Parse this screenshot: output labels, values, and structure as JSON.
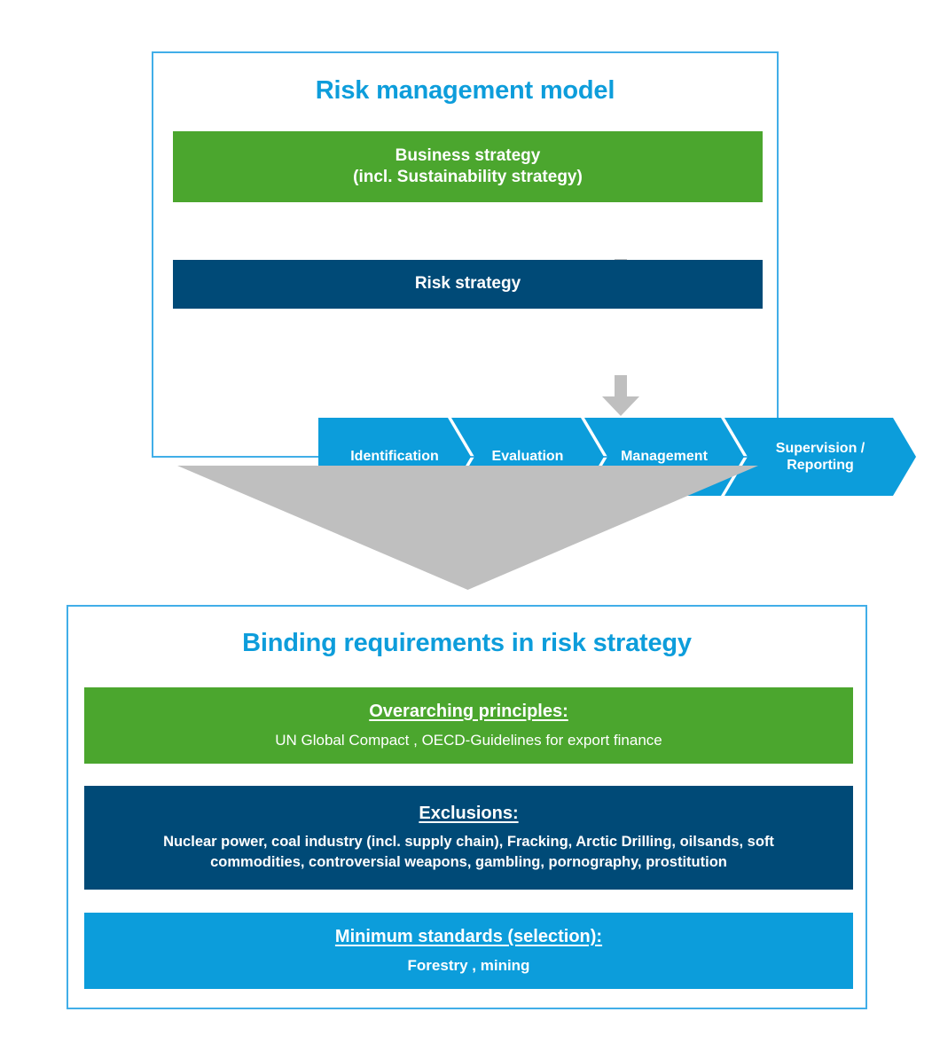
{
  "risk_model_panel": {
    "title": "Risk management model",
    "business_strategy": {
      "line1": "Business strategy",
      "line2": "(incl. Sustainability strategy)"
    },
    "risk_strategy": "Risk strategy",
    "process_steps": [
      {
        "label": "Identification"
      },
      {
        "label": "Evaluation"
      },
      {
        "label": "Management"
      },
      {
        "label_line1": "Supervision /",
        "label_line2": "Reporting"
      }
    ]
  },
  "binding_panel": {
    "title": "Binding requirements in risk strategy",
    "overarching": {
      "heading": "Overarching principles:",
      "body": "UN Global Compact , OECD-Guidelines for export finance"
    },
    "exclusions": {
      "heading": "Exclusions:",
      "body_line1": "Nuclear power, coal industry (incl. supply chain), Fracking, Arctic Drilling, oilsands, soft",
      "body_line2": "commodities, controversial weapons, gambling, pornography,  prostitution"
    },
    "minimum_standards": {
      "heading": "Minimum standards (selection):",
      "body": "Forestry , mining"
    }
  },
  "colors": {
    "accent_blue": "#0D9DDB",
    "panel_border": "#41AEE8",
    "green": "#4BA62E",
    "navy": "#004A77",
    "cyan": "#0C9DDB",
    "grey_arrow": "#BFBFBF"
  }
}
